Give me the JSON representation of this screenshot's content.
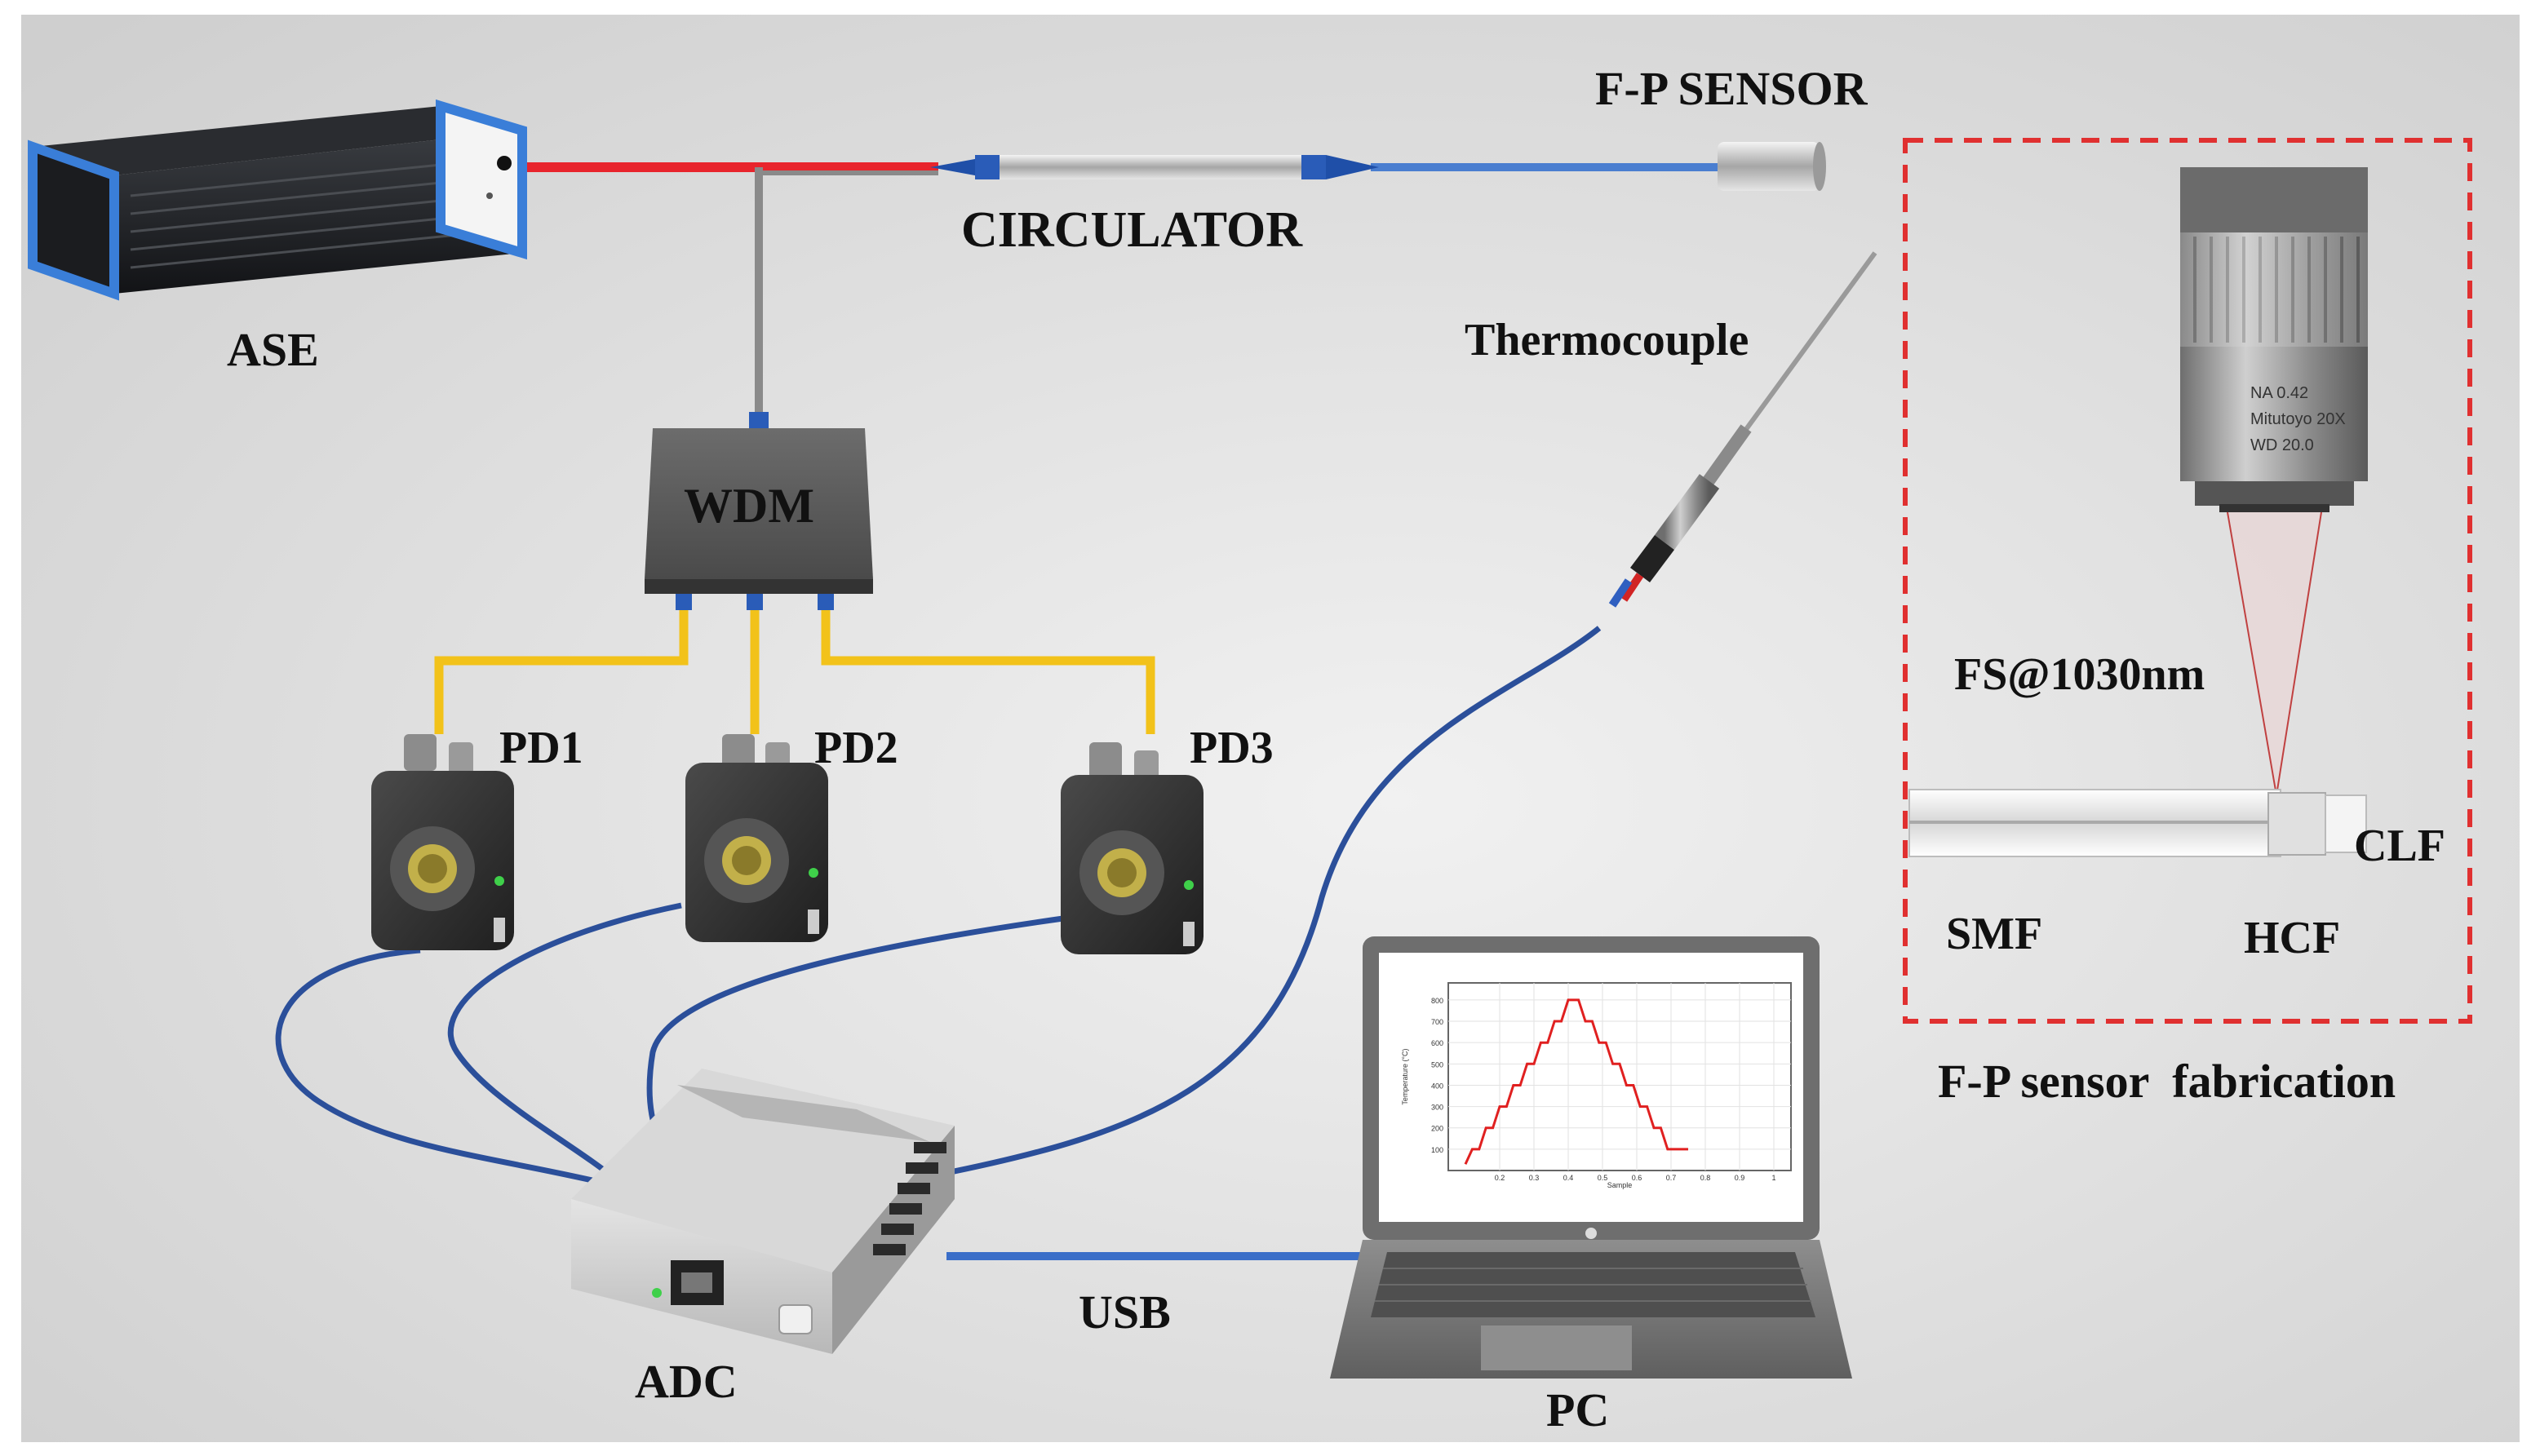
{
  "labels": {
    "ase": "ASE",
    "circulator": "CIRCULATOR",
    "fp_sensor": "F-P SENSOR",
    "thermocouple": "Thermocouple",
    "wdm": "WDM",
    "pd1": "PD1",
    "pd2": "PD2",
    "pd3": "PD3",
    "adc": "ADC",
    "usb": "USB",
    "pc": "PC",
    "fs_laser": "FS@1030nm",
    "clf": "CLF",
    "smf": "SMF",
    "hcf": "HCF",
    "fabrication_caption": "F-P sensor  fabrication"
  },
  "objective_text": {
    "line1": "NA 0.42",
    "line2": "Mitutoyo 20X",
    "line3": "WD 20.0"
  },
  "chart_data": {
    "type": "line",
    "title": "",
    "xlabel": "Sample",
    "ylabel": "Temperature (°C)",
    "x_ticks": [
      "0.2",
      "0.3",
      "0.4",
      "0.5",
      "0.6",
      "0.7",
      "0.8",
      "0.9",
      "1"
    ],
    "y_ticks": [
      "100",
      "200",
      "300",
      "400",
      "500",
      "600",
      "700",
      "800"
    ],
    "ylim": [
      0,
      800
    ],
    "series": [
      {
        "values": [
          [
            0.1,
            30
          ],
          [
            0.12,
            100
          ],
          [
            0.14,
            100
          ],
          [
            0.16,
            200
          ],
          [
            0.18,
            200
          ],
          [
            0.2,
            300
          ],
          [
            0.22,
            300
          ],
          [
            0.24,
            400
          ],
          [
            0.26,
            400
          ],
          [
            0.28,
            500
          ],
          [
            0.3,
            500
          ],
          [
            0.32,
            600
          ],
          [
            0.34,
            600
          ],
          [
            0.36,
            700
          ],
          [
            0.38,
            700
          ],
          [
            0.4,
            800
          ],
          [
            0.43,
            800
          ],
          [
            0.45,
            700
          ],
          [
            0.47,
            700
          ],
          [
            0.49,
            600
          ],
          [
            0.51,
            600
          ],
          [
            0.53,
            500
          ],
          [
            0.55,
            500
          ],
          [
            0.57,
            400
          ],
          [
            0.59,
            400
          ],
          [
            0.61,
            300
          ],
          [
            0.63,
            300
          ],
          [
            0.65,
            200
          ],
          [
            0.67,
            200
          ],
          [
            0.69,
            100
          ],
          [
            0.75,
            100
          ]
        ],
        "color": "#e02020"
      }
    ]
  },
  "colors": {
    "red_fiber": "#e8242c",
    "blue_fiber": "#4a7ed0",
    "yellow_fiber": "#f2c21a",
    "cable_blue": "#2b4f9a",
    "dashed_box": "#e03030"
  },
  "icons": [
    "ase-source-icon",
    "circulator-icon",
    "fp-sensor-icon",
    "thermocouple-icon",
    "wdm-icon",
    "photodetector-icon",
    "adc-icon",
    "laptop-icon",
    "objective-lens-icon"
  ]
}
